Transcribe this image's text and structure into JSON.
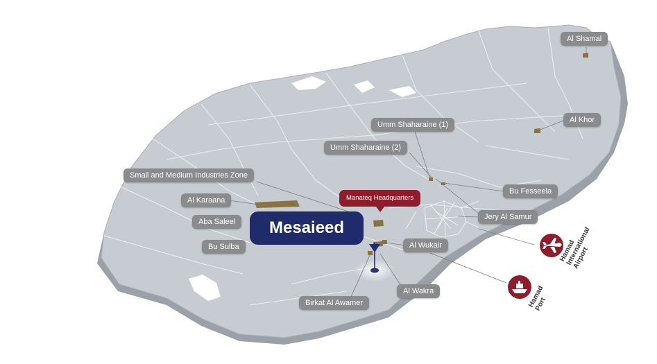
{
  "map": {
    "focus_zone": "Mesaieed",
    "headquarters": "Manateq Headquarters",
    "locations": {
      "al_shamal": "Al Shamal",
      "al_khor": "Al Khor",
      "umm_shahraine_1": "Umm Shaharaine (1)",
      "umm_shahraine_2": "Umm Shaharaine (2)",
      "smi_zone": "Small and Medium Industries Zone",
      "al_karaana": "Al Karaana",
      "aba_saleel": "Aba Saleel",
      "bu_sulba": "Bu Sulba",
      "bu_fesseela": "Bu Fesseela",
      "jery_al_samur": "Jery Al Samur",
      "al_wukair": "Al Wukair",
      "al_wakra": "Al Wakra",
      "birkat_al_awamer": "Birkat Al Awamer"
    },
    "ports": {
      "airport": "Hamad\nInternational\nAirport",
      "seaport": "Hamad\nPort"
    },
    "icons": {
      "airport": "airplane-icon",
      "seaport": "ship-icon"
    },
    "colors": {
      "land": "#c6ccd1",
      "land_edge": "#8f979e",
      "pill": "#8a8b8d",
      "headquarters": "#8e1d2b",
      "focus": "#1f2b6b",
      "port_icon": "#8e1d2b",
      "zone": "#8a7343"
    }
  }
}
